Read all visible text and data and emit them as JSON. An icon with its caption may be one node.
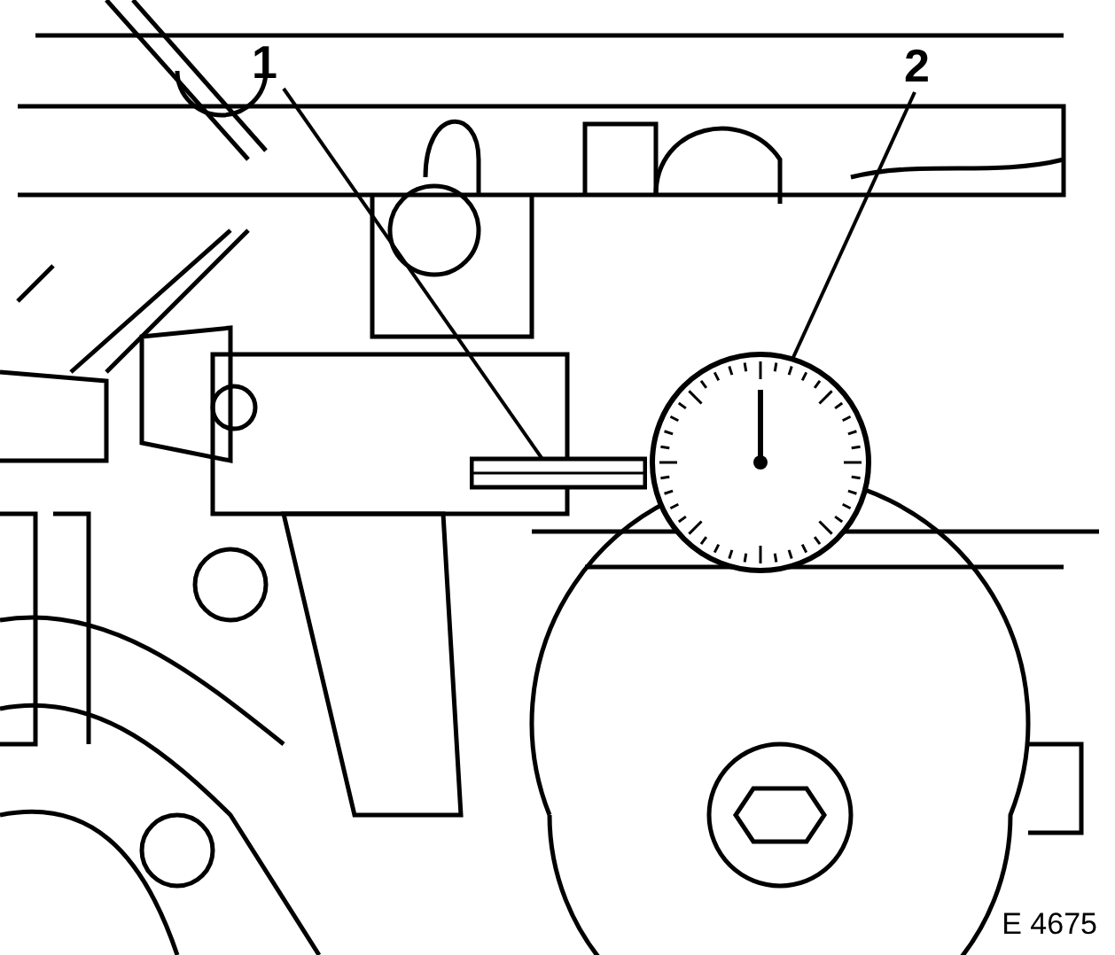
{
  "diagram": {
    "nodes": [
      {
        "text": [
          "1"
        ]
      },
      {
        "text": [
          "2"
        ]
      },
      {
        "text": [],
        "shape": "picture"
      },
      {
        "text": [],
        "shape": "circle"
      }
    ],
    "edges": [
      {
        "from": 0,
        "to": 2,
        "arrow": "none"
      },
      {
        "from": 1,
        "to": 3,
        "arrow": "none"
      }
    ],
    "labels": [
      "E 4675"
    ]
  }
}
